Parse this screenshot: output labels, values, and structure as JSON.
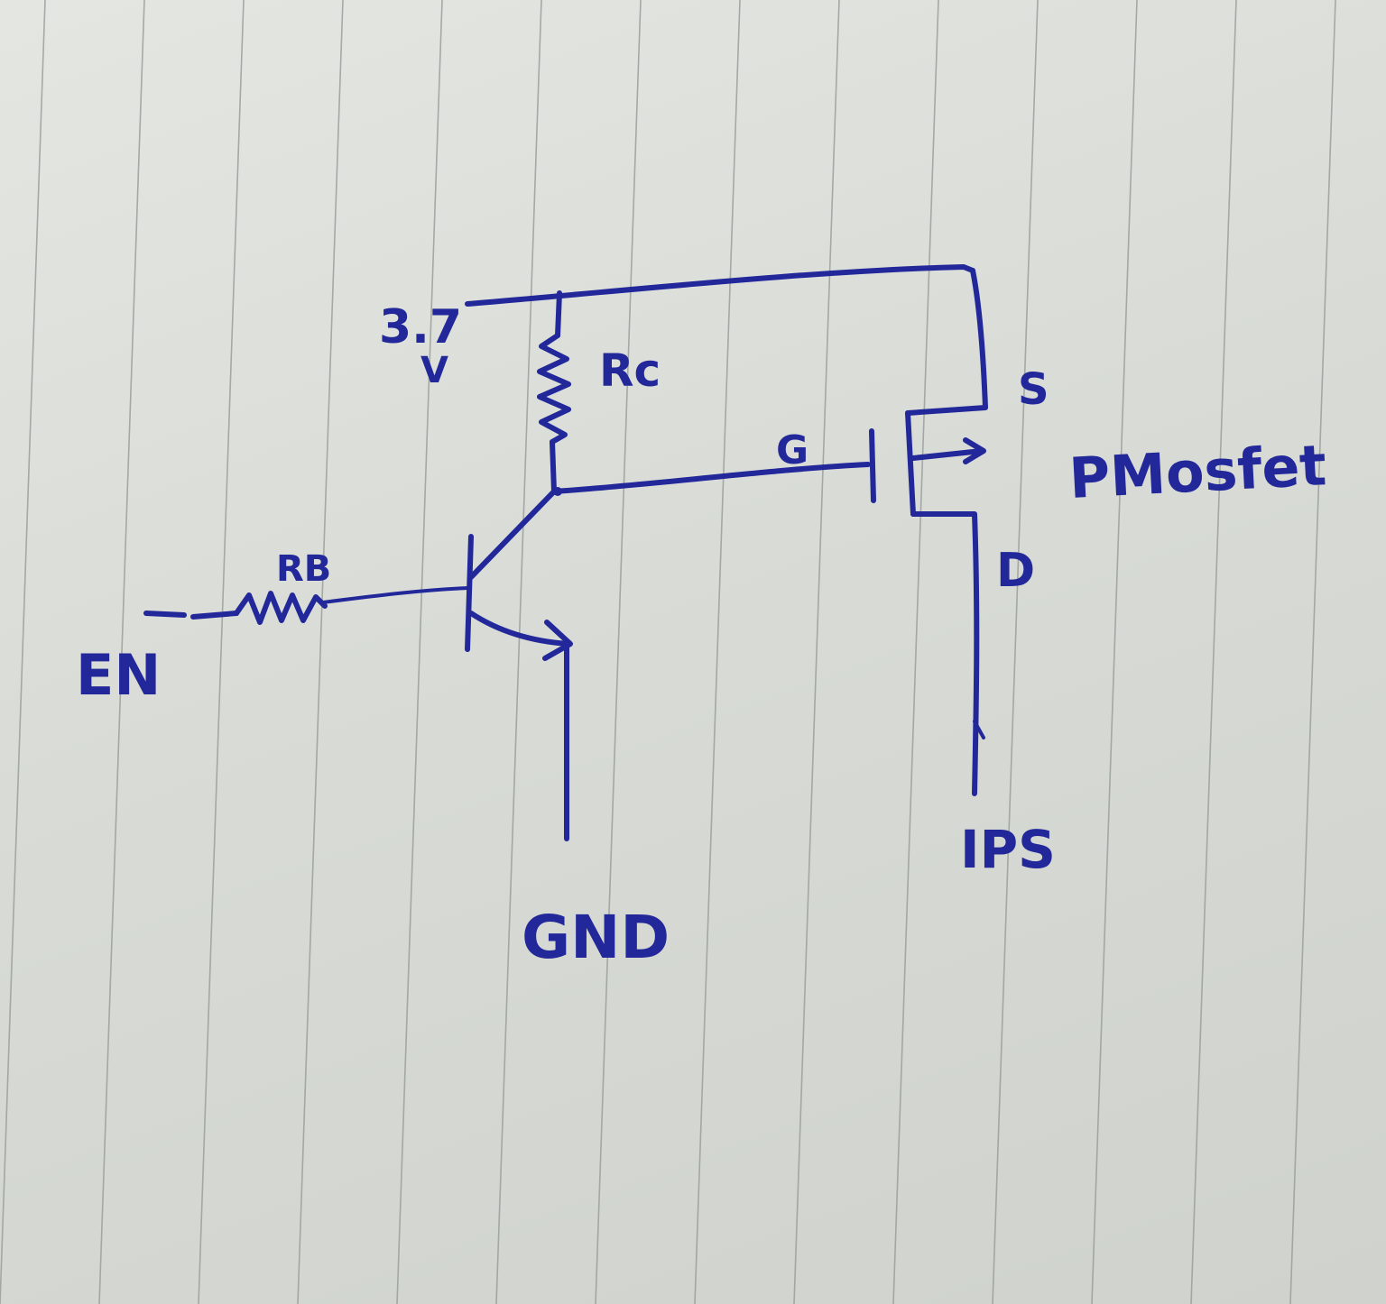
{
  "diagram": {
    "ink_color": "#22279a",
    "paper_color": "#dfe1dd",
    "rule_color": "#9aa09c",
    "labels": {
      "supply_value": "3.7",
      "supply_unit": "V",
      "collector_resistor": "Rc",
      "base_resistor": "RB",
      "enable": "EN",
      "ground": "GND",
      "gate": "G",
      "source": "S",
      "drain": "D",
      "device": "PMosfet",
      "output": "IPS"
    }
  }
}
